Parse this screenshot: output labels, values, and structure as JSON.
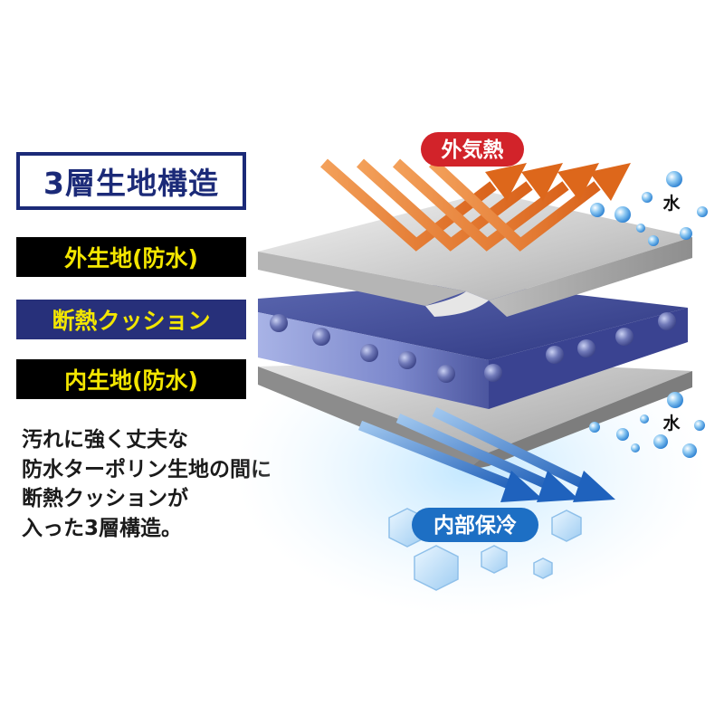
{
  "title": "3層生地構造",
  "layers": {
    "outer": "外生地(防水)",
    "middle": "断熱クッション",
    "inner": "内生地(防水)"
  },
  "description": [
    "汚れに強く丈夫な",
    "防水ターポリン生地の間に",
    "断熱クッションが",
    "入った3層構造。"
  ],
  "diagram": {
    "heat_label": "外気熱",
    "water_label_top": "水",
    "water_label_bottom": "水",
    "cool_label": "内部保冷"
  },
  "colors": {
    "navy": "#1b2a78",
    "label_text": "#f3e600",
    "heat_arrow": "#e8741c",
    "cool_arrow": "#2f74c8",
    "heat_tag": "#d2232a",
    "cool_tag": "#1d6fc4"
  }
}
